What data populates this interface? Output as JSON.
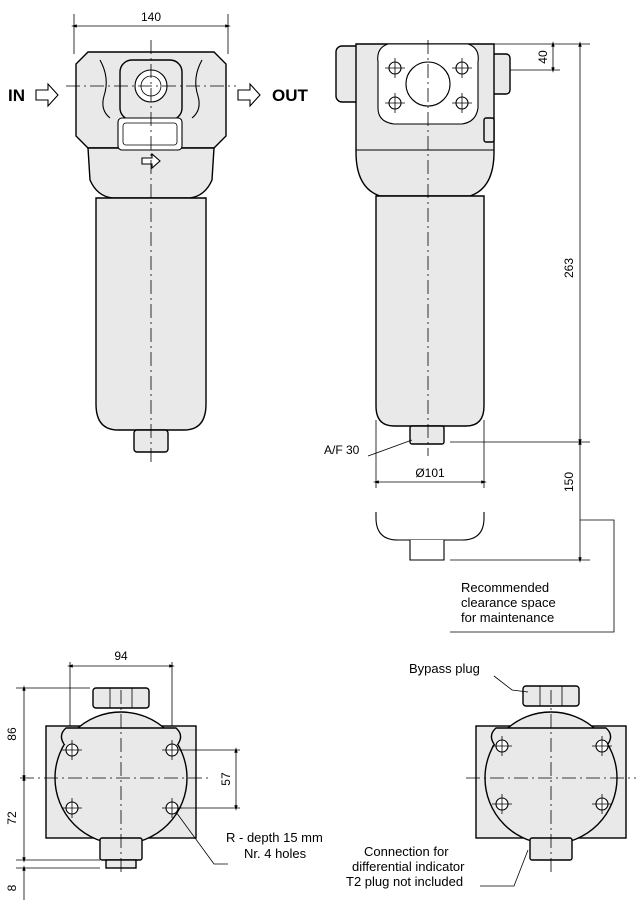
{
  "arrows": {
    "in_label": "IN",
    "out_label": "OUT"
  },
  "front_view": {
    "width_dim": "140"
  },
  "side_view": {
    "top_dim": "40",
    "height_dim": "263",
    "clearance_dim": "150",
    "af_label": "A/F 30",
    "diameter_dim": "Ø101"
  },
  "notes": {
    "clearance_line1": "Recommended",
    "clearance_line2": "clearance space",
    "clearance_line3": "for maintenance"
  },
  "bottom_left": {
    "width_dim": "94",
    "upper_dim": "86",
    "hole_spacing_dim": "57",
    "lower_dim": "72",
    "base_dim": "8",
    "hole_note_line1": "R - depth 15 mm",
    "hole_note_line2": "Nr. 4 holes"
  },
  "bottom_right": {
    "bypass_label": "Bypass plug",
    "connection_line1": "Connection for",
    "connection_line2": "differential indicator",
    "connection_line3": "T2 plug not included"
  }
}
